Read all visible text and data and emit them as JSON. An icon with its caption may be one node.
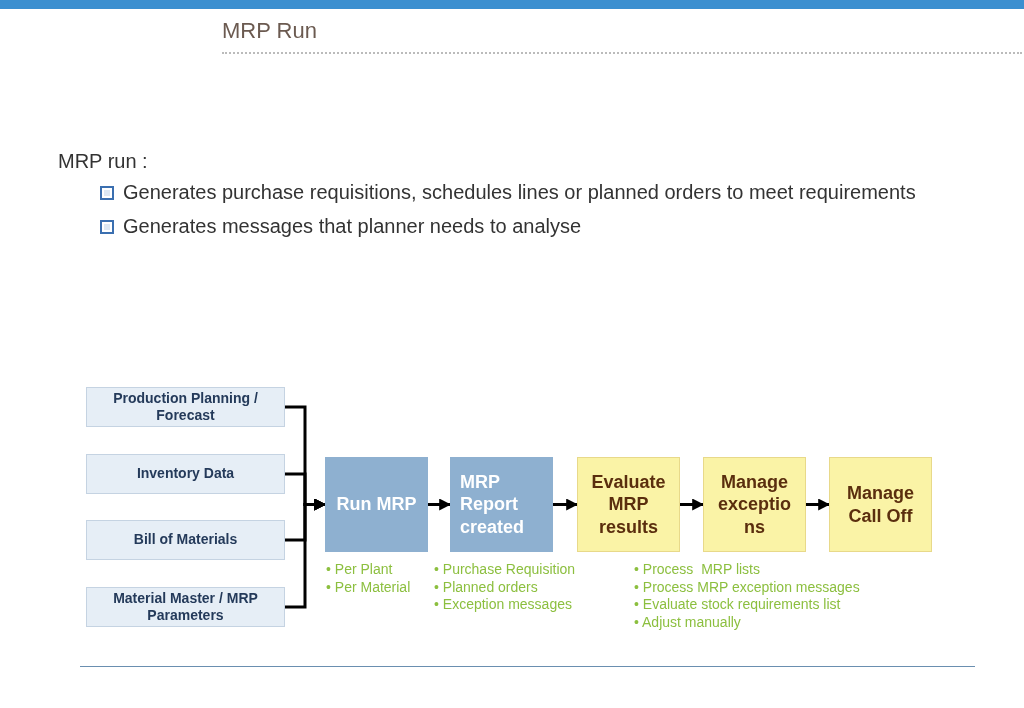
{
  "diagram": {
    "title": "MRP Run",
    "nodes": [
      {
        "text": [
          "Production Planning / Forecast"
        ]
      },
      {
        "text": [
          "Inventory Data"
        ]
      },
      {
        "text": [
          "Bill of Materials"
        ]
      },
      {
        "text": [
          "Material Master / MRP Parameters"
        ]
      },
      {
        "text": [
          "Run MRP"
        ],
        "beside": [
          "• Per Plant",
          "• Per Material"
        ]
      },
      {
        "text": [
          "MRP Report created"
        ],
        "beside": [
          "• Purchase Requisition",
          "• Planned orders",
          "• Exception messages"
        ]
      },
      {
        "text": [
          "Evaluate MRP results"
        ],
        "beside": [
          "• Process  MRP lists",
          "• Process MRP exception messages",
          "• Evaluate stock requirements list",
          "• Adjust manually"
        ]
      },
      {
        "text": [
          "Manage exceptions"
        ]
      },
      {
        "text": [
          "Manage Call Off"
        ]
      }
    ],
    "edges": [
      {
        "from": 0,
        "to": 4,
        "arrow": "to"
      },
      {
        "from": 1,
        "to": 4,
        "arrow": "to"
      },
      {
        "from": 2,
        "to": 4,
        "arrow": "to"
      },
      {
        "from": 3,
        "to": 4,
        "arrow": "to"
      },
      {
        "from": 4,
        "to": 5,
        "arrow": "to"
      },
      {
        "from": 5,
        "to": 6,
        "arrow": "to"
      },
      {
        "from": 6,
        "to": 7,
        "arrow": "to"
      },
      {
        "from": 7,
        "to": 8,
        "arrow": "to"
      }
    ],
    "labels": [
      "MRP run :",
      "Generates purchase requisitions, schedules lines or planned orders to meet requirements",
      "Generates messages that planner needs to analyse"
    ]
  }
}
